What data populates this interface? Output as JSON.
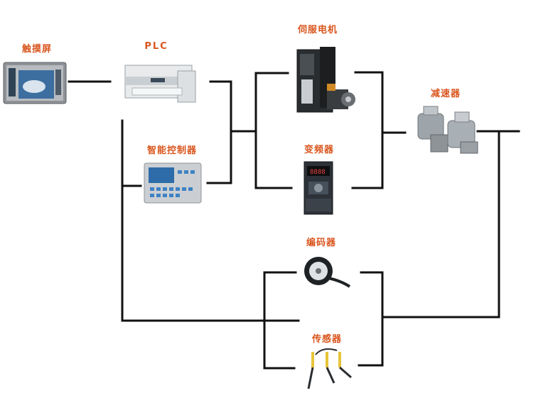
{
  "diagram": {
    "nodes": [
      {
        "id": "touchscreen",
        "label": "触摸屏",
        "icon": "touchscreen-icon"
      },
      {
        "id": "plc",
        "label": "PLC",
        "icon": "plc-icon"
      },
      {
        "id": "smart-controller",
        "label": "智能控制器",
        "icon": "smart-controller-icon"
      },
      {
        "id": "servo-motor",
        "label": "伺服电机",
        "icon": "servo-motor-icon"
      },
      {
        "id": "inverter",
        "label": "变频器",
        "icon": "inverter-icon"
      },
      {
        "id": "reducer",
        "label": "减速器",
        "icon": "reducer-icon"
      },
      {
        "id": "encoder",
        "label": "编码器",
        "icon": "encoder-icon"
      },
      {
        "id": "sensor",
        "label": "传感器",
        "icon": "sensor-icon"
      }
    ],
    "colors": {
      "label": "#d9561e",
      "line": "#111111"
    }
  }
}
